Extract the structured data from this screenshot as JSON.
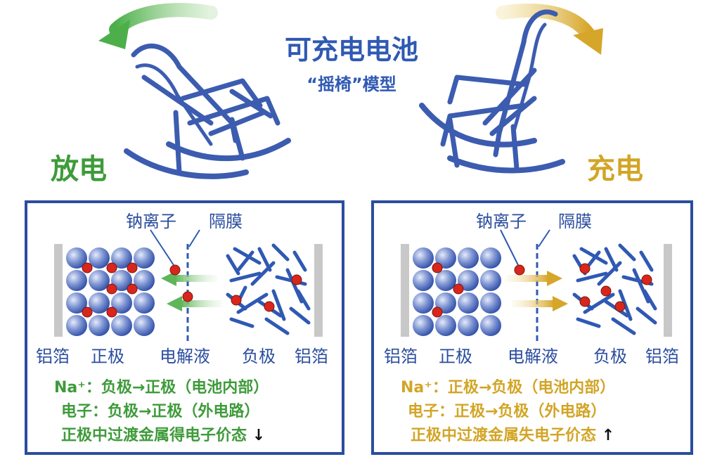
{
  "header": {
    "title": "可充电电池",
    "subtitle": "“摇椅”模型",
    "discharge_label": "放电",
    "charge_label": "充电"
  },
  "colors": {
    "blue": "#2b4d9e",
    "green": "#3e9b3a",
    "gold": "#d2a526",
    "red": "#d8261c"
  },
  "left_panel": {
    "ion_label": "钠离子",
    "separator_label": "隔膜",
    "labels": [
      "铝箔",
      "正极",
      "电解液",
      "负极",
      "铝箔"
    ],
    "line1": "Na⁺：负极→正极（电池内部）",
    "line2": "电子：负极→正极（外电路）",
    "line3": "正极中过渡金属得电子价态",
    "arrow": "↓"
  },
  "right_panel": {
    "ion_label": "钠离子",
    "separator_label": "隔膜",
    "labels": [
      "铝箔",
      "正极",
      "电解液",
      "负极",
      "铝箔"
    ],
    "line1": "Na⁺：正极→负极（电池内部）",
    "line2": "电子：正极→负极（外电路）",
    "line3": "正极中过渡金属失电子价态",
    "arrow": "↑"
  }
}
